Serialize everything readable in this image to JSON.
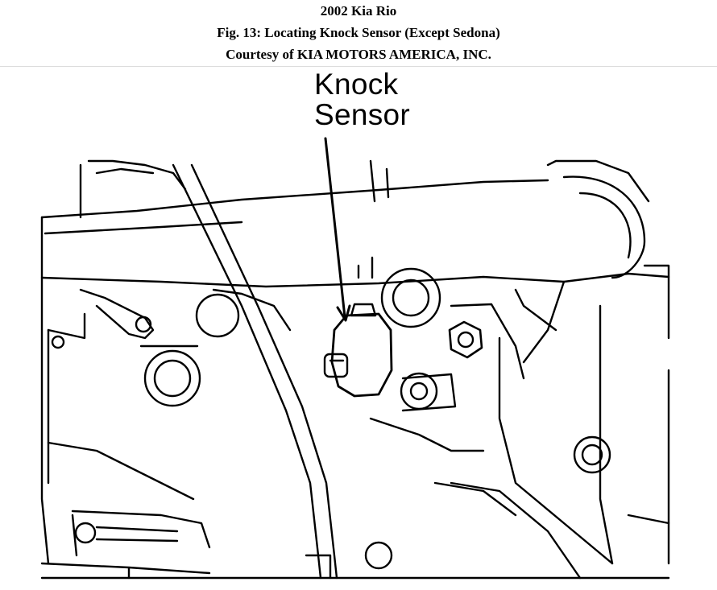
{
  "header": {
    "line1": "2002 Kia Rio",
    "line2": "Fig. 13: Locating Knock Sensor (Except Sedona)",
    "line3": "Courtesy of KIA MOTORS AMERICA, INC."
  },
  "figure": {
    "callout_line1": "Knock",
    "callout_line2": "Sensor"
  }
}
